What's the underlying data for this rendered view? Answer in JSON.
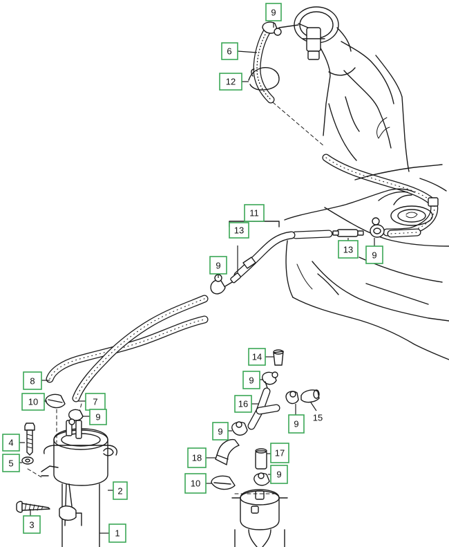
{
  "diagram": {
    "type": "exploded parts diagram",
    "subject": "fuel tank ventilation hoses, clamps and activated charcoal canister"
  },
  "callouts": [
    {
      "id": "c9a",
      "label": "9"
    },
    {
      "id": "c6",
      "label": "6"
    },
    {
      "id": "c12",
      "label": "12"
    },
    {
      "id": "c11",
      "label": "11"
    },
    {
      "id": "c13a",
      "label": "13"
    },
    {
      "id": "c13b",
      "label": "13"
    },
    {
      "id": "c9b",
      "label": "9"
    },
    {
      "id": "c9c",
      "label": "9"
    },
    {
      "id": "c8",
      "label": "8"
    },
    {
      "id": "c10a",
      "label": "10"
    },
    {
      "id": "c7",
      "label": "7"
    },
    {
      "id": "c9d",
      "label": "9"
    },
    {
      "id": "c4",
      "label": "4"
    },
    {
      "id": "c5",
      "label": "5"
    },
    {
      "id": "c2",
      "label": "2"
    },
    {
      "id": "c3",
      "label": "3"
    },
    {
      "id": "c1",
      "label": "1"
    },
    {
      "id": "c14",
      "label": "14"
    },
    {
      "id": "c9e",
      "label": "9"
    },
    {
      "id": "c16",
      "label": "16"
    },
    {
      "id": "c9f",
      "label": "9"
    },
    {
      "id": "c15",
      "label": "15"
    },
    {
      "id": "c9g",
      "label": "9"
    },
    {
      "id": "c18",
      "label": "18"
    },
    {
      "id": "c17",
      "label": "17"
    },
    {
      "id": "c10b",
      "label": "10"
    },
    {
      "id": "c9h",
      "label": "9"
    }
  ],
  "colors": {
    "callout_border": "#3aa655",
    "line": "#1a1a1a",
    "background": "#ffffff"
  }
}
